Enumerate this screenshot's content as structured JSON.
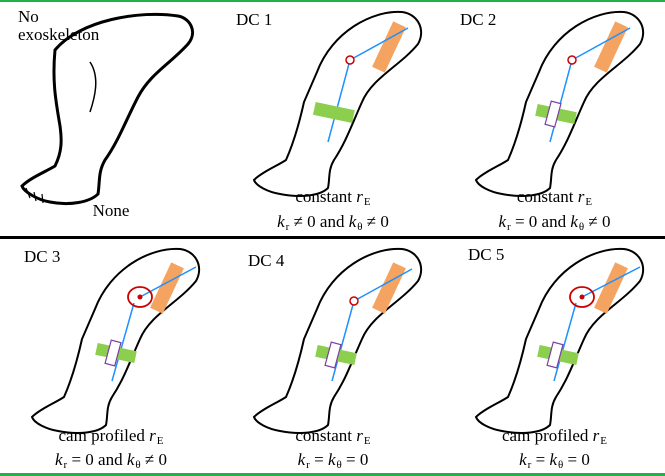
{
  "colors": {
    "green_rule": "#22b24c",
    "black_rule": "#000000",
    "strap": "#f4a460",
    "band": "#8ccf4f",
    "axis": "#1e90ff",
    "joint": "#cc0000"
  },
  "panels": [
    {
      "title": "No\nexoskeleton",
      "cap1": "",
      "cap2": "None",
      "cap3": ""
    },
    {
      "title": "DC 1",
      "cap1": "constant",
      "cap1_var": "r",
      "cap1_sub": "E",
      "cap2": "",
      "cap3_tail": "≠ 0 and"
    },
    {
      "title": "DC 2",
      "cap1": "constant",
      "cap1_var": "r",
      "cap1_sub": "E"
    },
    {
      "title": "DC 3",
      "cap1": "cam profiled",
      "cap1_var": "r",
      "cap1_sub": "E"
    },
    {
      "title": "DC 4",
      "cap1": "constant",
      "cap1_var": "r",
      "cap1_sub": "E"
    },
    {
      "title": "DC 5",
      "cap1": "cam profiled",
      "cap1_var": "r",
      "cap1_sub": "E"
    }
  ],
  "formula": {
    "k": "k",
    "r_sub": "r",
    "theta_sub": "θ",
    "neq0_and": "≠ 0 and",
    "neq0": "≠ 0",
    "eq0_and": "= 0 and",
    "eq": "=",
    "eq0": "= 0"
  }
}
